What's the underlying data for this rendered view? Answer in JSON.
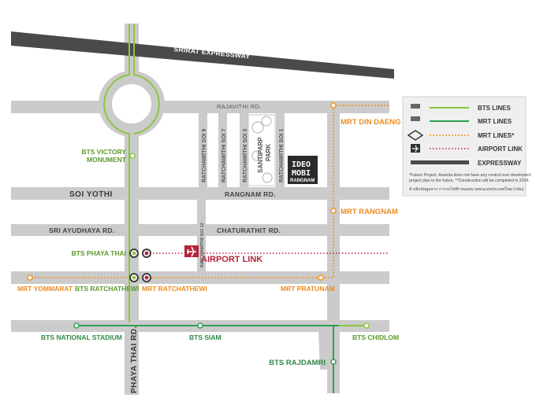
{
  "colors": {
    "road": "#cbcbcb",
    "bts": "#8cc63f",
    "mrt": "#2f9e55",
    "mrt_future": "#f7941d",
    "airport_link": "#b5243a",
    "expressway": "#4a4a4a",
    "text_dark": "#333333"
  },
  "roads": {
    "srirat_expressway": "SRIRAT EXPRESSWAY",
    "rajavithi": "RAJAVITHI RD.",
    "soi_yothi": "SOI YOTHI",
    "rangnam": "RANGNAM RD.",
    "sri_ayudhaya": "SRI AYUDHAYA RD.",
    "chaturathit": "CHATURATHIT RD.",
    "phaya_thai": "PHAYA THAI RD.",
    "ratchawithi_soi_9": "RATCHAWITHI SOI 9",
    "ratchawithi_soi_7": "RATCHAWITHI SOI 7",
    "ratchawithi_soi_3": "RATCHAWITHI SOI 3",
    "ratchawithi_soi_1": "RATCHAWITHI SOI 1",
    "ratchawithi_soi_12": "RATCHAWITHI SOI 12"
  },
  "park": {
    "name_line1": "SANTIPARP",
    "name_line2": "PARK"
  },
  "project": {
    "logo_line1": "IDEO",
    "logo_line2": "MOBI",
    "name": "RANGNAM"
  },
  "stations": {
    "bts_victory_monument_line1": "BTS VICTORY",
    "bts_victory_monument_line2": "MONUMENT",
    "bts_phaya_thai": "BTS PHAYA THAI",
    "bts_ratchathewi": "BTS RATCHATHEWI",
    "mrt_ratchathewi": "MRT RATCHATHEWI",
    "mrt_yommarat": "MRT YOMMARAT",
    "mrt_pratunam": "MRT PRATUNAM",
    "mrt_din_daeng": "MRT DIN DAENG",
    "mrt_rangnam": "MRT RANGNAM",
    "bts_national_stadium": "BTS NATIONAL STADIUM",
    "bts_siam": "BTS SIAM",
    "bts_chidlom": "BTS CHIDLOM",
    "bts_rajdamri": "BTS RAJDAMRI"
  },
  "airport_link_label": "AIRPORT LINK",
  "legend": {
    "items": [
      {
        "key": "bts",
        "label": "BTS LINES",
        "icon": "bts-line-swatch"
      },
      {
        "key": "mrt",
        "label": "MRT LINES",
        "icon": "mrt-line-swatch"
      },
      {
        "key": "mrt_future",
        "label": "MRT LINES*",
        "icon": "mrt-future-icon"
      },
      {
        "key": "airport_link",
        "label": "AIRPORT LINK",
        "icon": "airplane-icon"
      },
      {
        "key": "expressway",
        "label": "EXPRESSWAY",
        "icon": "expressway-swatch"
      }
    ],
    "note_line1": "*Future Project. Ananda does not have any control over developers'",
    "note_line2": "project plan in the future. **Construction will be completed in 2024.",
    "note_thai": "อ้างอิงข้อมูลจาก การรถไฟฟ้าขนส่งมวลชนแห่งประเทศไทย (รฟม)"
  }
}
